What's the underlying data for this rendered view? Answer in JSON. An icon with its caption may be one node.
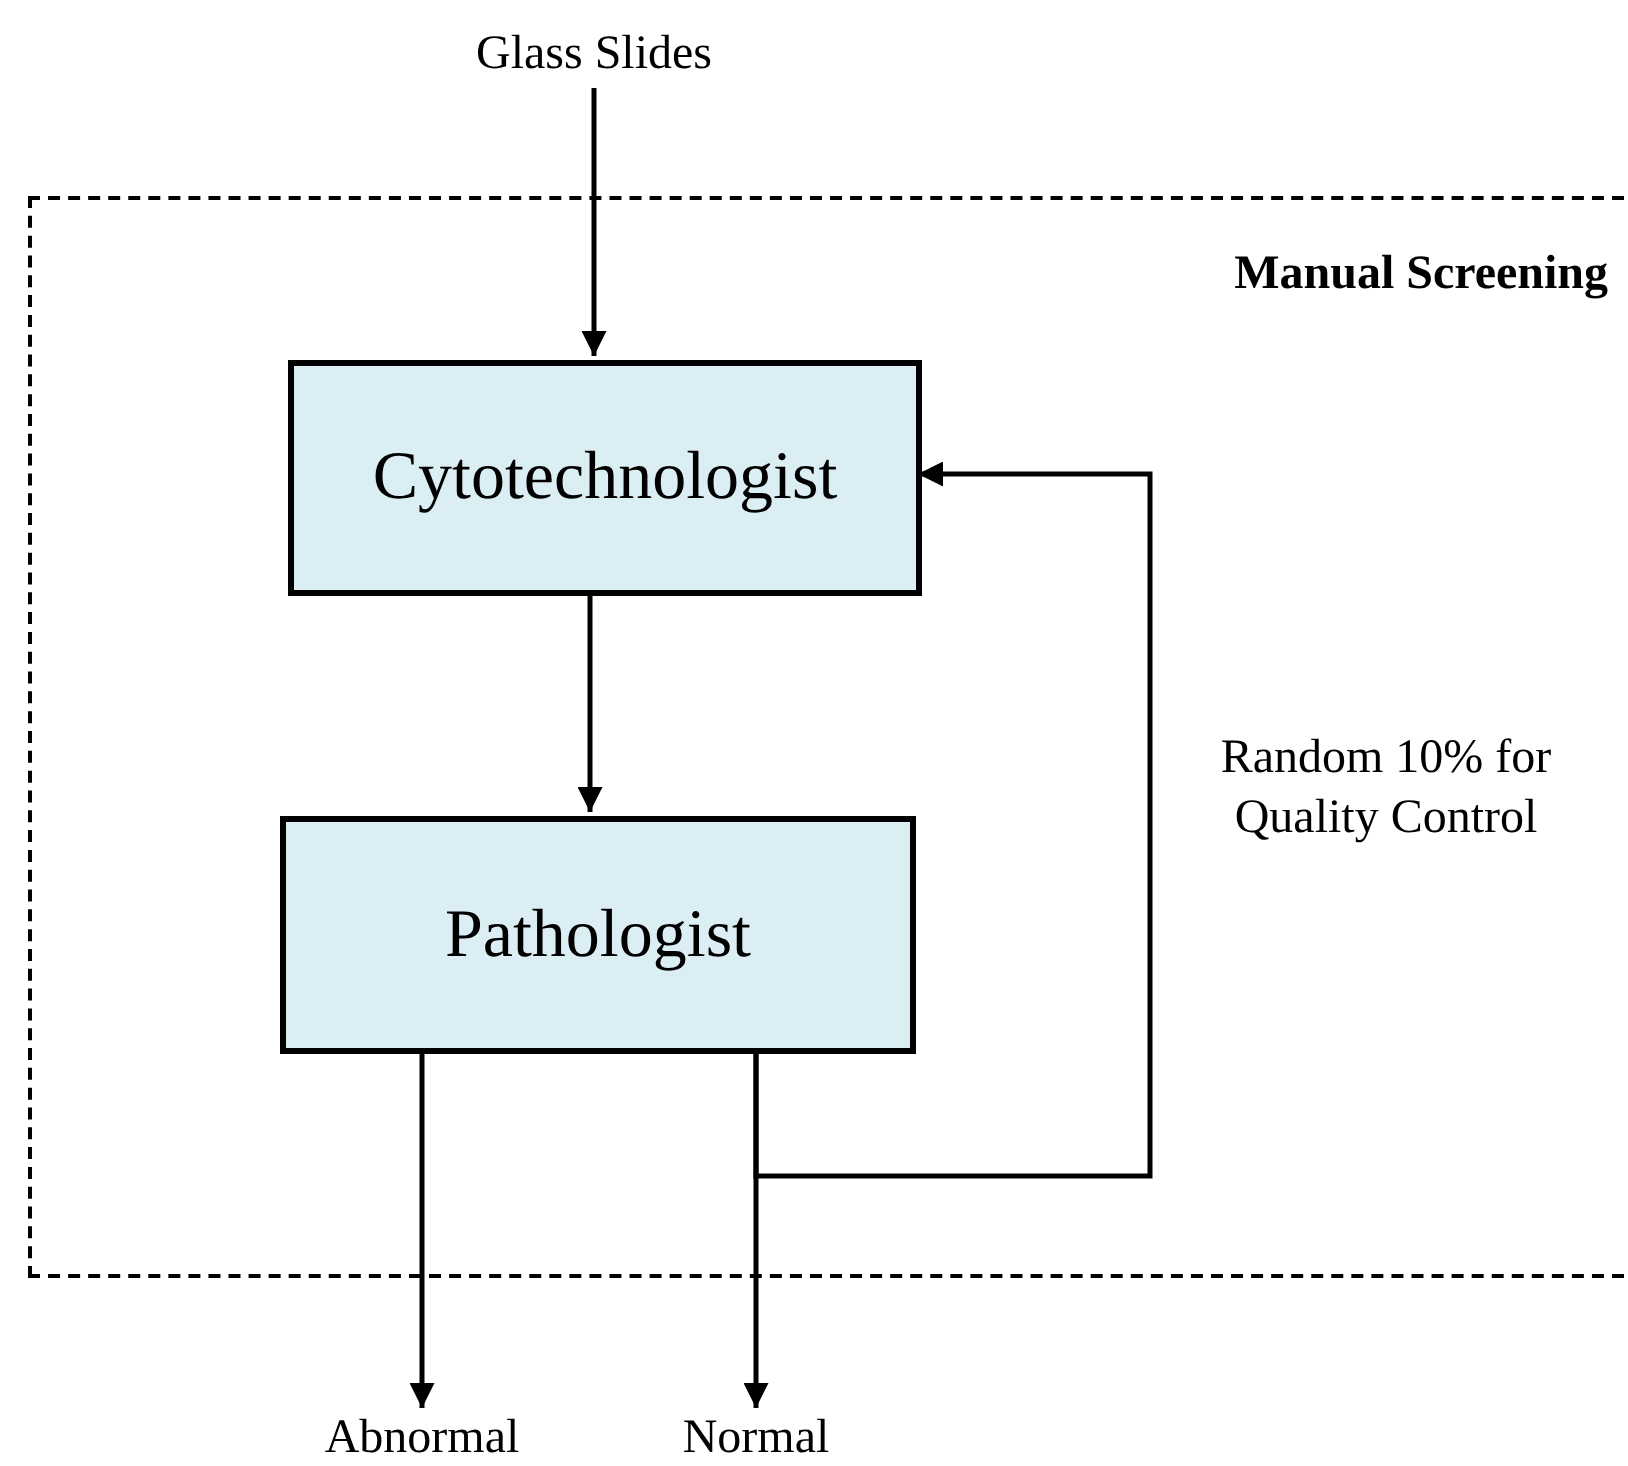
{
  "diagram": {
    "nodes": [
      {
        "text": [
          "Manual Screening"
        ]
      },
      {
        "text": [
          "Glass Slides"
        ]
      },
      {
        "text": [
          "Cytotechnologist"
        ],
        "in": 0
      },
      {
        "text": [
          "Pathologist"
        ],
        "in": 0
      },
      {
        "text": [
          "Abnormal"
        ]
      },
      {
        "text": [
          "Normal"
        ]
      }
    ],
    "edges": [
      {
        "from": 1,
        "to": 2,
        "arrow": "to"
      },
      {
        "from": 2,
        "to": 3,
        "arrow": "to"
      },
      {
        "from": 3,
        "to": 4,
        "arrow": "to"
      },
      {
        "from": 3,
        "to": 5,
        "arrow": "to"
      },
      {
        "from": 3,
        "to": 2,
        "arrow": "to",
        "label": "Random 10% for Quality Control"
      }
    ]
  }
}
